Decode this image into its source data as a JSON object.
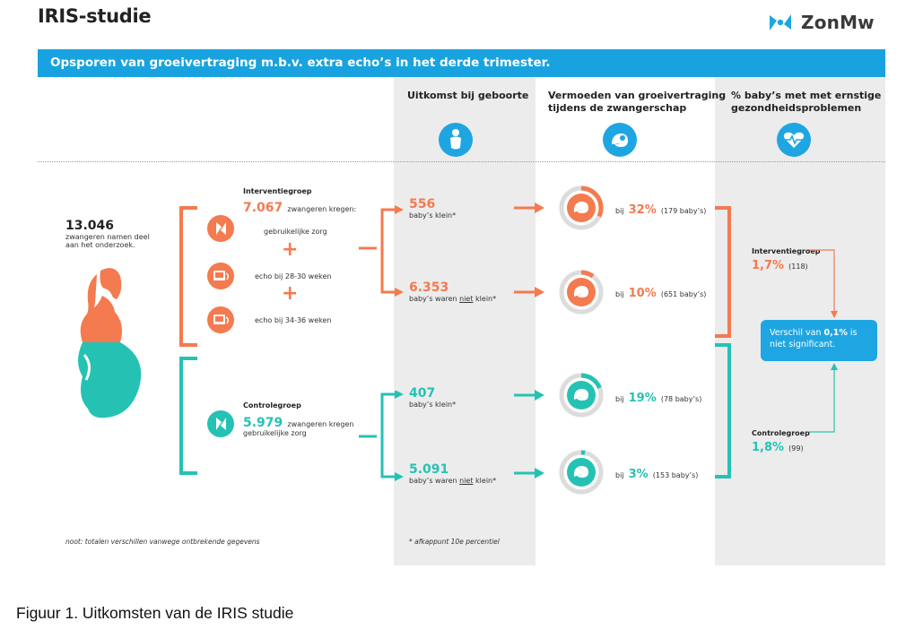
{
  "header": {
    "title": "IRIS-studie",
    "logo_text": "ZonMw",
    "banner": "Opsporen van groeivertraging m.b.v. extra echo’s in het derde trimester."
  },
  "columns": {
    "outcome_birth": "Uitkomst bij geboorte",
    "suspicion_line1": "Vermoeden van groeivertraging",
    "suspicion_line2": "tijdens de zwangerschap",
    "health_line1": "% baby’s met met ernstige",
    "health_line2": "gezondheidsproblemen"
  },
  "total": {
    "number": "13.046",
    "text_line1": "zwangeren namen deel",
    "text_line2": "aan het onderzoek."
  },
  "intervention": {
    "label": "Interventiegroep",
    "count": "7.067",
    "count_text": "zwangeren kregen:",
    "item1": "gebruikelijke zorg",
    "item2": "echo bij 28-30 weken",
    "item3": "echo bij 34-36 weken",
    "small_count": "556",
    "small_text": "baby’s klein*",
    "not_small_count": "6.353",
    "not_small_text_a": "baby’s waren ",
    "not_small_text_b": "niet",
    "not_small_text_c": " klein*",
    "suspect_small_bij": "bij",
    "suspect_small_pct": "32%",
    "suspect_small_n": "(179 baby’s)",
    "suspect_not_small_bij": "bij",
    "suspect_not_small_pct": "10%",
    "suspect_not_small_n": "(651 baby’s)",
    "health_label": "Interventiegroep",
    "health_pct": "1,7%",
    "health_n": "(118)"
  },
  "control": {
    "label": "Controlegroep",
    "count": "5.979",
    "count_text": "zwangeren kregen",
    "item1": "gebruikelijke zorg",
    "small_count": "407",
    "small_text": "baby’s klein*",
    "not_small_count": "5.091",
    "not_small_text_a": "baby’s waren ",
    "not_small_text_b": "niet",
    "not_small_text_c": " klein*",
    "suspect_small_bij": "bij",
    "suspect_small_pct": "19%",
    "suspect_small_n": "(78 baby’s)",
    "suspect_not_small_bij": "bij",
    "suspect_not_small_pct": "3%",
    "suspect_not_small_n": "(153 baby’s)",
    "health_label": "Controlegroep",
    "health_pct": "1,8%",
    "health_n": "(99)"
  },
  "difference": {
    "text_a": "Verschil van ",
    "value": "0,1%",
    "text_b": " is",
    "text_c": "niet significant."
  },
  "notes": {
    "left": "noot: totalen verschillen vanwege ontbrekende gegevens",
    "mid": "* afkappunt 10e percentiel"
  },
  "plus_sign": "+",
  "figure_caption": "Figuur 1. Uitkomsten van de IRIS studie",
  "colors": {
    "orange": "#f47a4f",
    "teal": "#25c2b4",
    "blue": "#1ea6e2",
    "banner": "#18a3e0",
    "column_bg": "#ececec"
  },
  "ring_levels": {
    "intervention_small": 0.32,
    "intervention_not_small": 0.1,
    "control_small": 0.19,
    "control_not_small": 0.03
  }
}
